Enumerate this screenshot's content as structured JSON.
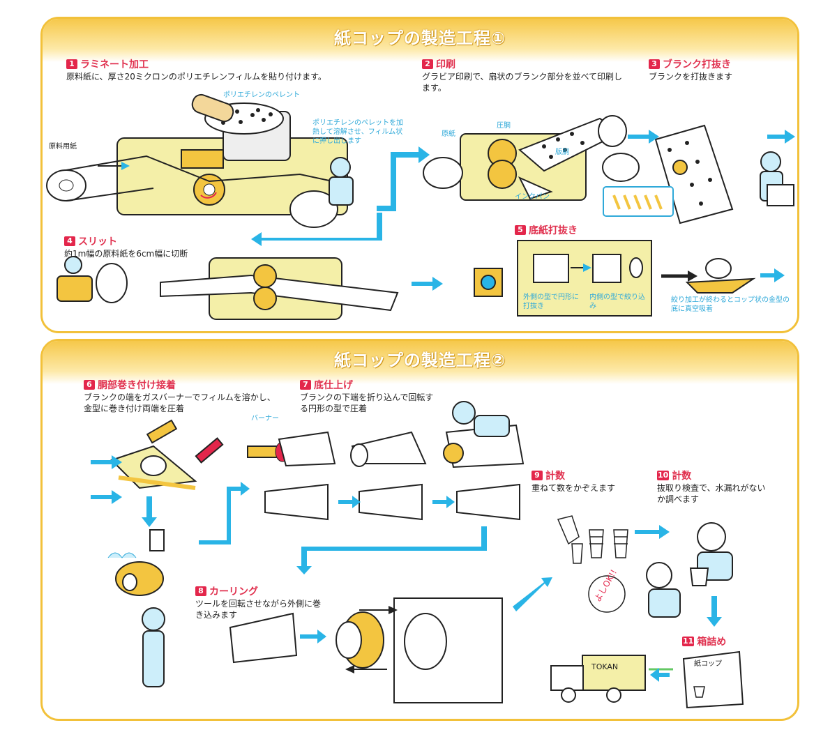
{
  "panel1": {
    "title": "紙コップの製造工程①"
  },
  "panel2": {
    "title": "紙コップの製造工程②"
  },
  "steps": [
    {
      "num": "1",
      "title": "ラミネート加工",
      "desc": "原料紙に、厚さ20ミクロンのポリエチレンフィルムを貼り付けます。"
    },
    {
      "num": "2",
      "title": "印刷",
      "desc": "グラビア印刷で、扇状のブランク部分を並べて印刷します。"
    },
    {
      "num": "3",
      "title": "ブランク打抜き",
      "desc": "ブランクを打抜きます"
    },
    {
      "num": "4",
      "title": "スリット",
      "desc": "約1m幅の原料紙を6cm幅に切断"
    },
    {
      "num": "5",
      "title": "底紙打抜き",
      "desc": ""
    },
    {
      "num": "6",
      "title": "胴部巻き付け接着",
      "desc": "ブランクの端をガスバーナーでフィルムを溶かし、金型に巻き付け両端を圧着"
    },
    {
      "num": "7",
      "title": "底仕上げ",
      "desc": "ブランクの下端を折り込んで回転する円形の型で圧着"
    },
    {
      "num": "8",
      "title": "カーリング",
      "desc": "ツールを回転させながら外側に巻き込みます"
    },
    {
      "num": "9",
      "title": "計数",
      "desc": "重ねて数をかぞえます"
    },
    {
      "num": "10",
      "title": "計数",
      "desc": "抜取り検査で、水漏れがないか調べます"
    },
    {
      "num": "11",
      "title": "箱詰め",
      "desc": ""
    }
  ],
  "labels": {
    "pellet": "ポリエチレンのペレント",
    "pellet_note": "ポリエチレンのペレットを加熱して溶解させ、フィルム状に押し出します",
    "base_paper": "原料用紙",
    "genshi": "原紙",
    "atsudo": "圧胴",
    "handou": "版胴",
    "inkpan": "インクパン",
    "outer_die": "外側の型で円形に打抜き",
    "inner_die": "内側の型で絞り込み",
    "squeeze_done": "絞り加工が終わるとコップ状の金型の底に真空吸着",
    "burner": "バーナー",
    "ok": "よしOK!!",
    "tokan": "TOKAN",
    "box": "紙コップ"
  },
  "colors": {
    "accent": "#f2c13a",
    "arrow": "#29b4e6",
    "step_red": "#e3264b",
    "machine": "#f4efa8"
  }
}
